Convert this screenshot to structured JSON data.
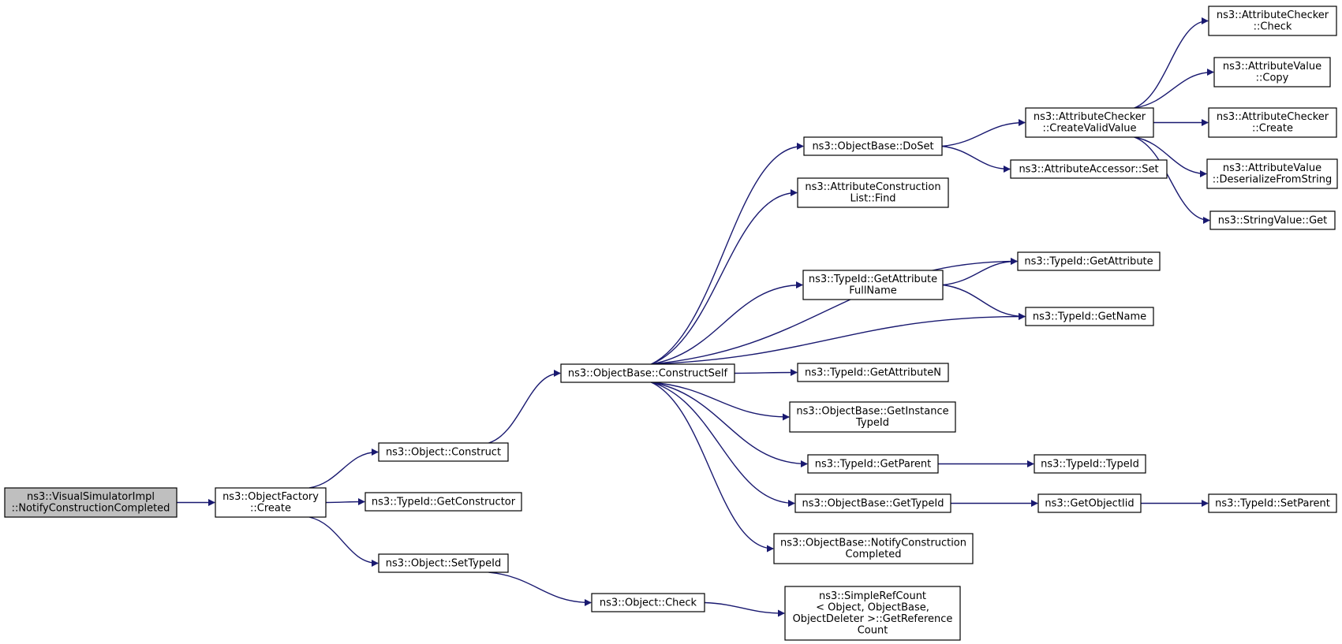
{
  "title": "",
  "colors": {
    "edge": "#191970",
    "node_fill": "#ffffff",
    "root_fill": "#bfbfbf",
    "border": "#000000"
  },
  "nodes": [
    {
      "id": "root",
      "lines": [
        "ns3::VisualSimulatorImpl",
        "::NotifyConstructionCompleted"
      ],
      "highlight": true
    },
    {
      "id": "objfactory_create",
      "lines": [
        "ns3::ObjectFactory",
        "::Create"
      ]
    },
    {
      "id": "object_construct",
      "lines": [
        "ns3::Object::Construct"
      ]
    },
    {
      "id": "typeid_getconstructor",
      "lines": [
        "ns3::TypeId::GetConstructor"
      ]
    },
    {
      "id": "object_settypeid",
      "lines": [
        "ns3::Object::SetTypeId"
      ]
    },
    {
      "id": "objectbase_constructself",
      "lines": [
        "ns3::ObjectBase::ConstructSelf"
      ]
    },
    {
      "id": "object_check",
      "lines": [
        "ns3::Object::Check"
      ]
    },
    {
      "id": "simplerefcount_getreferencecount",
      "lines": [
        "ns3::SimpleRefCount",
        "< Object, ObjectBase,",
        "ObjectDeleter >::GetReference",
        "Count"
      ]
    },
    {
      "id": "objectbase_doset",
      "lines": [
        "ns3::ObjectBase::DoSet"
      ]
    },
    {
      "id": "attrconstructionlist_find",
      "lines": [
        "ns3::AttributeConstruction",
        "List::Find"
      ]
    },
    {
      "id": "typeid_getattributefullname",
      "lines": [
        "ns3::TypeId::GetAttribute",
        "FullName"
      ]
    },
    {
      "id": "typeid_getattributen",
      "lines": [
        "ns3::TypeId::GetAttributeN"
      ]
    },
    {
      "id": "objectbase_getinstancetypeid",
      "lines": [
        "ns3::ObjectBase::GetInstance",
        "TypeId"
      ]
    },
    {
      "id": "typeid_getparent",
      "lines": [
        "ns3::TypeId::GetParent"
      ]
    },
    {
      "id": "objectbase_gettypeid",
      "lines": [
        "ns3::ObjectBase::GetTypeId"
      ]
    },
    {
      "id": "objectbase_notifyconstructioncompleted",
      "lines": [
        "ns3::ObjectBase::NotifyConstruction",
        "Completed"
      ]
    },
    {
      "id": "attributechecker_createvalidvalue",
      "lines": [
        "ns3::AttributeChecker",
        "::CreateValidValue"
      ]
    },
    {
      "id": "attributeaccessor_set",
      "lines": [
        "ns3::AttributeAccessor::Set"
      ]
    },
    {
      "id": "typeid_getattribute",
      "lines": [
        "ns3::TypeId::GetAttribute"
      ]
    },
    {
      "id": "typeid_getname",
      "lines": [
        "ns3::TypeId::GetName"
      ]
    },
    {
      "id": "typeid_typeid",
      "lines": [
        "ns3::TypeId::TypeId"
      ]
    },
    {
      "id": "getobjectiid",
      "lines": [
        "ns3::GetObjectIid"
      ]
    },
    {
      "id": "attributechecker_check",
      "lines": [
        "ns3::AttributeChecker",
        "::Check"
      ]
    },
    {
      "id": "attributevalue_copy",
      "lines": [
        "ns3::AttributeValue",
        "::Copy"
      ]
    },
    {
      "id": "attributechecker_create",
      "lines": [
        "ns3::AttributeChecker",
        "::Create"
      ]
    },
    {
      "id": "attributevalue_deserializefromstring",
      "lines": [
        "ns3::AttributeValue",
        "::DeserializeFromString"
      ]
    },
    {
      "id": "stringvalue_get",
      "lines": [
        "ns3::StringValue::Get"
      ]
    },
    {
      "id": "typeid_setparent",
      "lines": [
        "ns3::TypeId::SetParent"
      ]
    }
  ],
  "edges": [
    {
      "from": "root",
      "to": "objfactory_create"
    },
    {
      "from": "objfactory_create",
      "to": "object_construct"
    },
    {
      "from": "objfactory_create",
      "to": "typeid_getconstructor"
    },
    {
      "from": "objfactory_create",
      "to": "object_settypeid"
    },
    {
      "from": "object_construct",
      "to": "objectbase_constructself"
    },
    {
      "from": "object_settypeid",
      "to": "object_check"
    },
    {
      "from": "object_check",
      "to": "simplerefcount_getreferencecount"
    },
    {
      "from": "objectbase_constructself",
      "to": "objectbase_doset"
    },
    {
      "from": "objectbase_constructself",
      "to": "attrconstructionlist_find"
    },
    {
      "from": "objectbase_constructself",
      "to": "typeid_getattribute"
    },
    {
      "from": "objectbase_constructself",
      "to": "typeid_getattributefullname"
    },
    {
      "from": "objectbase_constructself",
      "to": "typeid_getname"
    },
    {
      "from": "objectbase_constructself",
      "to": "typeid_getattributen"
    },
    {
      "from": "objectbase_constructself",
      "to": "objectbase_getinstancetypeid"
    },
    {
      "from": "objectbase_constructself",
      "to": "typeid_getparent"
    },
    {
      "from": "objectbase_constructself",
      "to": "objectbase_gettypeid"
    },
    {
      "from": "objectbase_constructself",
      "to": "objectbase_notifyconstructioncompleted"
    },
    {
      "from": "objectbase_doset",
      "to": "attributechecker_createvalidvalue"
    },
    {
      "from": "objectbase_doset",
      "to": "attributeaccessor_set"
    },
    {
      "from": "attributechecker_createvalidvalue",
      "to": "attributechecker_check"
    },
    {
      "from": "attributechecker_createvalidvalue",
      "to": "attributevalue_copy"
    },
    {
      "from": "attributechecker_createvalidvalue",
      "to": "attributechecker_create"
    },
    {
      "from": "attributechecker_createvalidvalue",
      "to": "attributevalue_deserializefromstring"
    },
    {
      "from": "attributechecker_createvalidvalue",
      "to": "stringvalue_get"
    },
    {
      "from": "typeid_getattributefullname",
      "to": "typeid_getattribute"
    },
    {
      "from": "typeid_getattributefullname",
      "to": "typeid_getname"
    },
    {
      "from": "typeid_getparent",
      "to": "typeid_typeid"
    },
    {
      "from": "objectbase_gettypeid",
      "to": "getobjectiid"
    },
    {
      "from": "getobjectiid",
      "to": "typeid_setparent"
    }
  ]
}
